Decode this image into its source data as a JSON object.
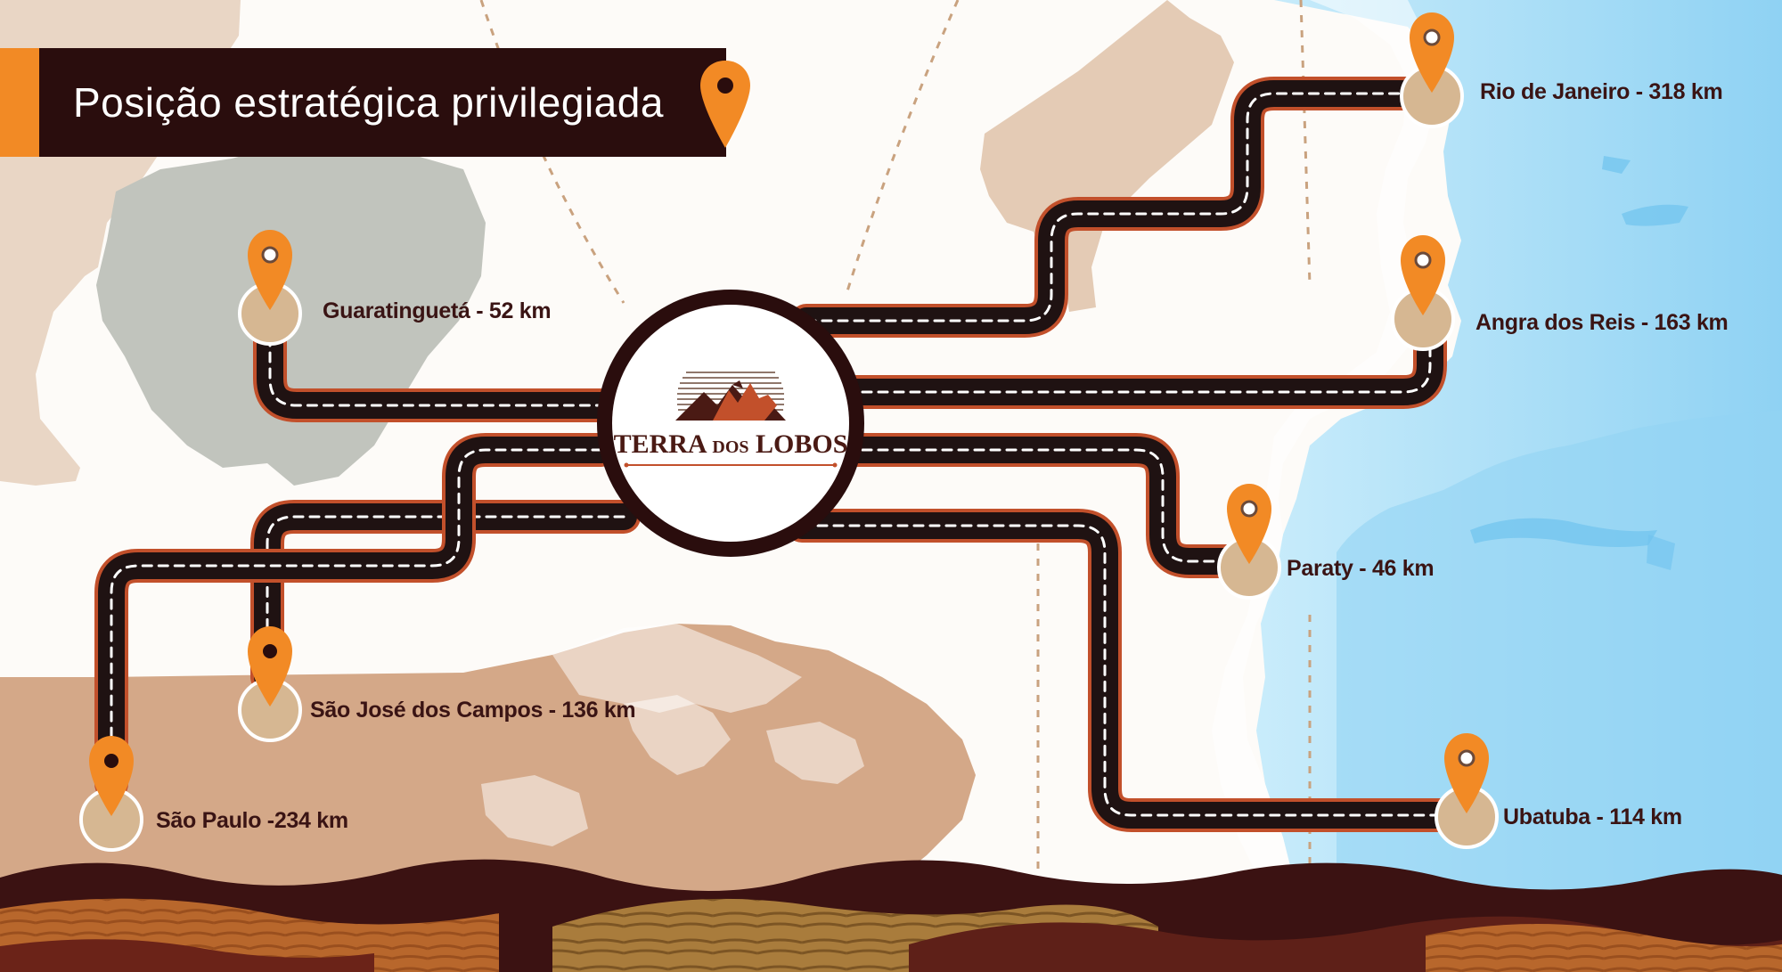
{
  "title": "Posição estratégica privilegiada",
  "logo": {
    "brand_main": "TERRA",
    "brand_small": "DOS",
    "brand_end": "LOBOS"
  },
  "destinations": [
    {
      "name": "Rio de Janeiro - 318 km",
      "icon": "map-pin-icon"
    },
    {
      "name": "Angra dos Reis - 163 km",
      "icon": "map-pin-icon"
    },
    {
      "name": "Paraty - 46 km",
      "icon": "map-pin-icon"
    },
    {
      "name": "Ubatuba - 114 km",
      "icon": "map-pin-icon"
    },
    {
      "name": "Guaratinguetá - 52 km",
      "icon": "map-pin-icon"
    },
    {
      "name": "São José dos Campos - 136 km",
      "icon": "map-pin-icon"
    },
    {
      "name": "São Paulo -234 km",
      "icon": "map-pin-icon"
    }
  ],
  "colors": {
    "accent_orange": "#f28a25",
    "dark_brown": "#2a0d0d",
    "road_edge": "#c2502b",
    "ocean": "#a9dcf5",
    "land_tan": "#e4cdb9",
    "land_gray": "#c1c4bd",
    "pin_base": "#d6b792"
  }
}
